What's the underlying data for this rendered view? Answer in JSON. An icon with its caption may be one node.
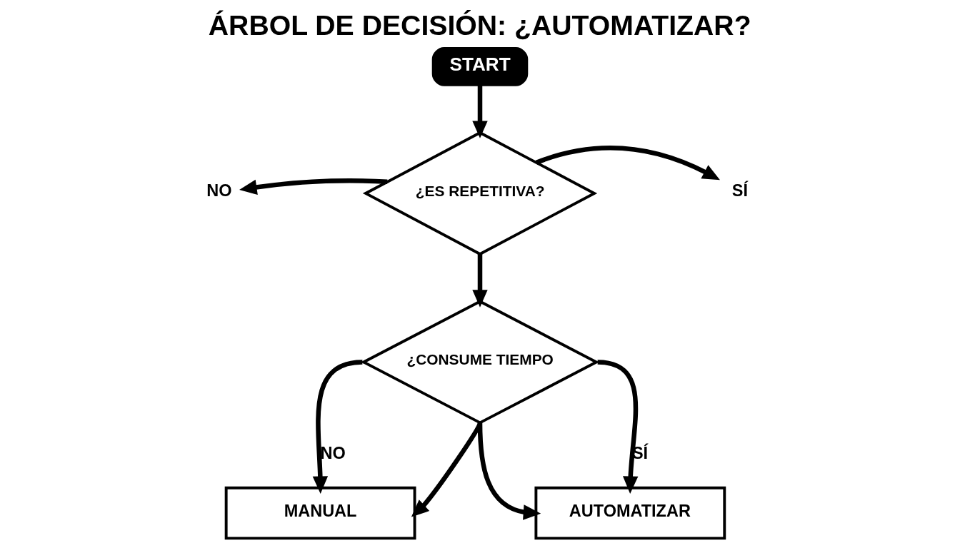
{
  "diagram": {
    "title": "ÁRBOL DE DECISIÓN: ¿AUTOMATIZAR?",
    "nodes": [
      {
        "text": [
          "START"
        ]
      },
      {
        "text": [
          "¿ES REPETITIVA?"
        ]
      },
      {
        "text": [
          "NO"
        ]
      },
      {
        "text": [
          "SÍ"
        ]
      },
      {
        "text": [
          "¿CONSUME TIEMPO"
        ]
      },
      {
        "text": [
          "MANUAL"
        ]
      },
      {
        "text": [
          "AUTOMATIZAR"
        ]
      }
    ],
    "edges": [
      {
        "from": 0,
        "to": 1,
        "arrow": "to"
      },
      {
        "from": 1,
        "to": 2,
        "arrow": "to"
      },
      {
        "from": 1,
        "to": 3,
        "arrow": "to"
      },
      {
        "from": 1,
        "to": 4,
        "arrow": "to"
      },
      {
        "from": 4,
        "to": 5,
        "arrow": "to",
        "label": "NO"
      },
      {
        "from": 4,
        "to": 6,
        "arrow": "to",
        "label": "SÍ"
      },
      {
        "from": 4,
        "to": 5,
        "arrow": "to"
      },
      {
        "from": 4,
        "to": 6,
        "arrow": "to"
      }
    ]
  }
}
